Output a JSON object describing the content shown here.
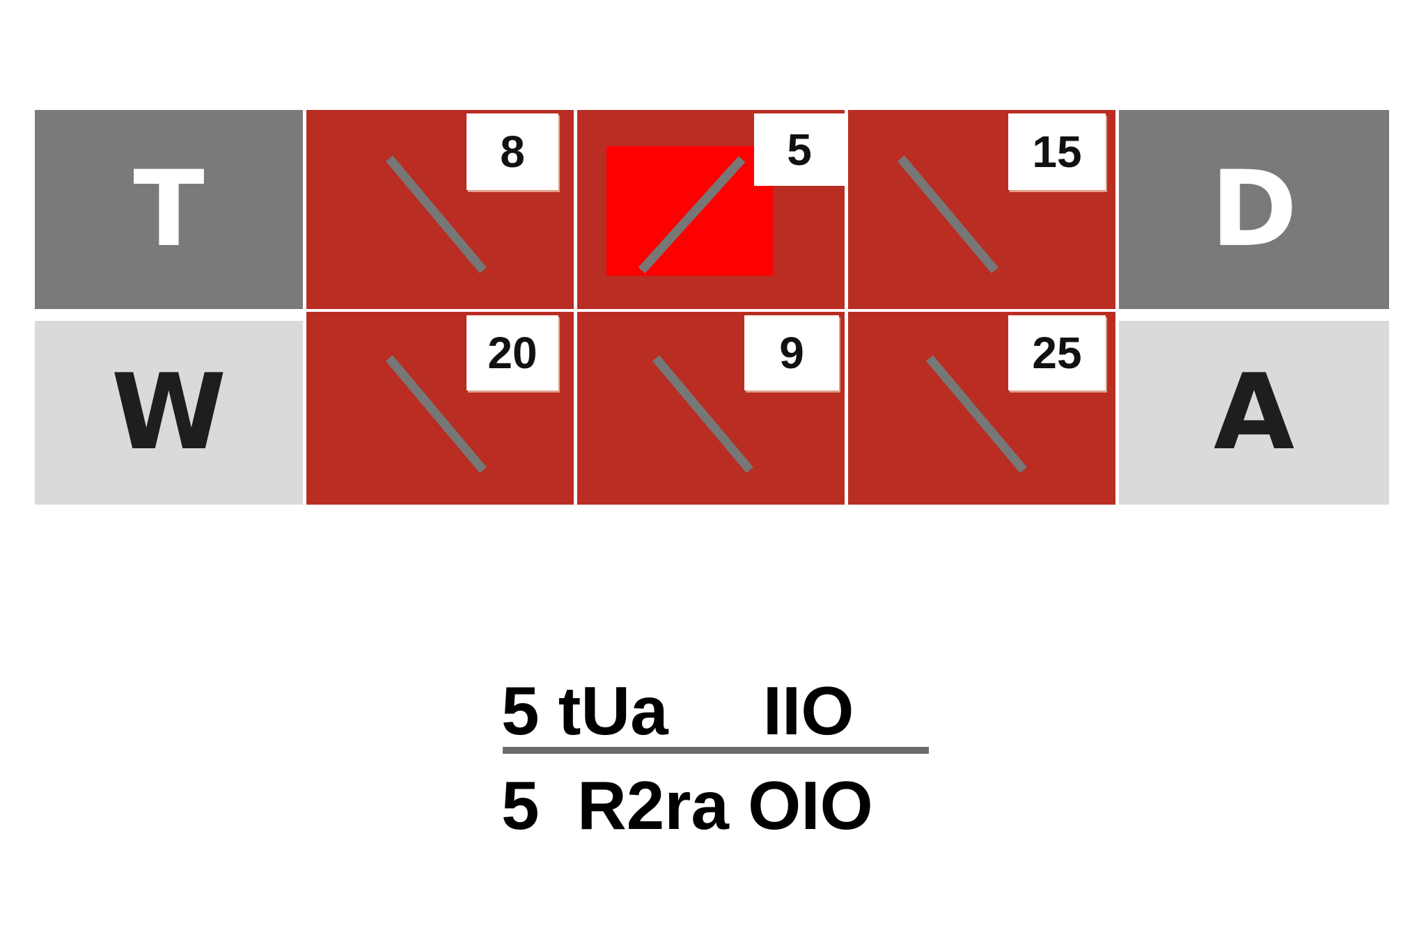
{
  "board": {
    "left_labels": [
      "T",
      "W"
    ],
    "right_labels": [
      "D",
      "A"
    ],
    "cells": [
      [
        {
          "number": "8"
        },
        {
          "number": "5",
          "selected": true
        },
        {
          "number": "15"
        }
      ],
      [
        {
          "number": "20"
        },
        {
          "number": "9"
        },
        {
          "number": "25"
        }
      ]
    ]
  },
  "caption": {
    "line1": "5 tUa     IIO",
    "line2": "5  R2ra OIO"
  },
  "colors": {
    "cell": "#b92d22",
    "highlight": "#ff0000",
    "dark_side": "#7a7a7a",
    "light_side": "#dadada",
    "slash": "#777777"
  },
  "icons": {
    "cell_mark": "slash-icon"
  }
}
